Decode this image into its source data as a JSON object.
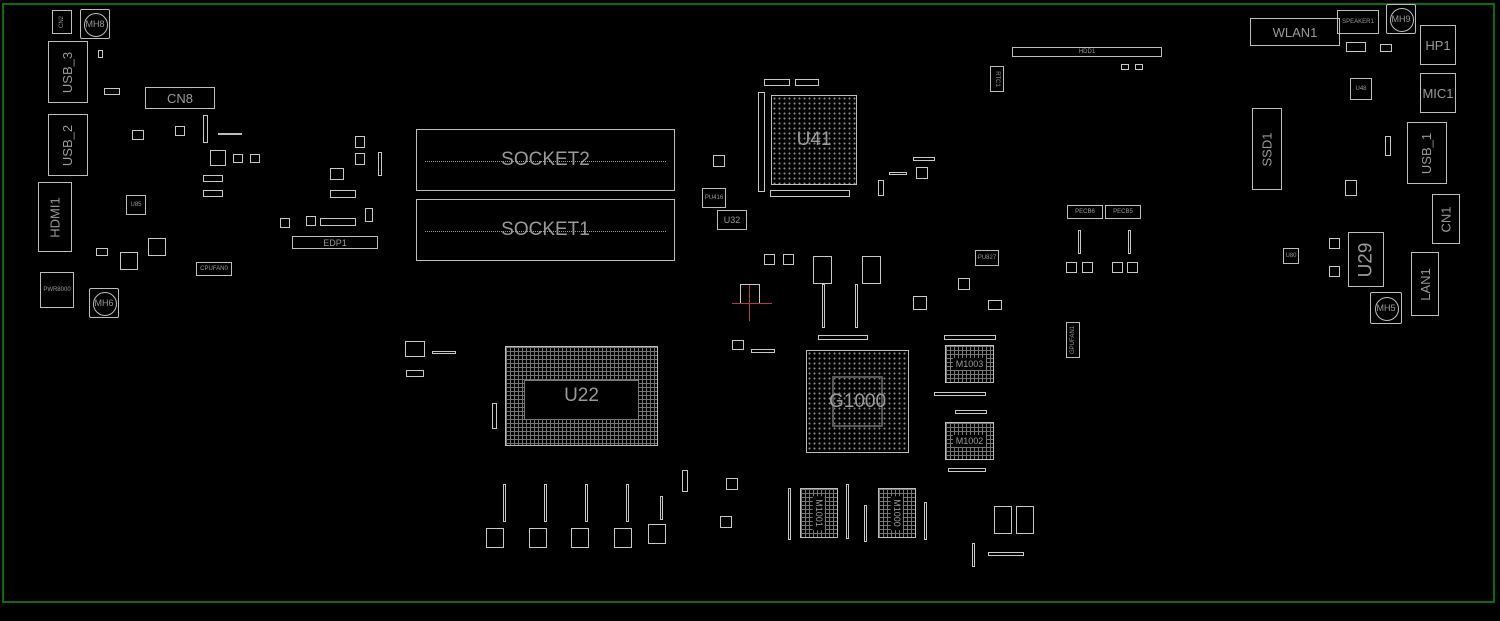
{
  "view": {
    "title": "PCB boardview - top layer",
    "outline_color": "#0b6b12",
    "background_color": "#000000",
    "part_outline_color": "#bdbdbd",
    "label_color": "#9a9a9a",
    "highlight_color": "#b33a4a"
  },
  "components": {
    "cn2": "CN2",
    "mh_top_left": "MH8",
    "usb3": "USB_3",
    "usb2": "USB_2",
    "cn8": "CN8",
    "hdmi1": "HDMI1",
    "u85": "U85",
    "pwr_conn": "PWR8000",
    "mh_bottom_left": "MH6",
    "cpufan": "CPUFAN0",
    "edp1": "EDP1",
    "socket2": "SOCKET2",
    "socket1": "SOCKET1",
    "u41": "U41",
    "pu_left": "PU416",
    "u32": "U32",
    "hdd": "HDD1",
    "rtc1": "RTC1",
    "pecb6": "PECB6",
    "pecb5": "PECB5",
    "gpufan": "GPUFAN1",
    "u22": "U22",
    "g1000": "G1000",
    "m1003": "M1003",
    "m1002": "M1002",
    "m1001": "M1001",
    "m1000": "M1000",
    "pu_right": "PU827",
    "wlan1": "WLAN1",
    "speaker1": "SPEAKER1",
    "mh_top_right": "MH9",
    "hp1": "HP1",
    "mic1": "MIC1",
    "u48": "U48",
    "ssd1": "SSD1",
    "usb1": "USB_1",
    "cn1": "CN1",
    "u29": "U29",
    "u80": "U80",
    "lan1": "LAN1",
    "mh_right": "MH5"
  }
}
